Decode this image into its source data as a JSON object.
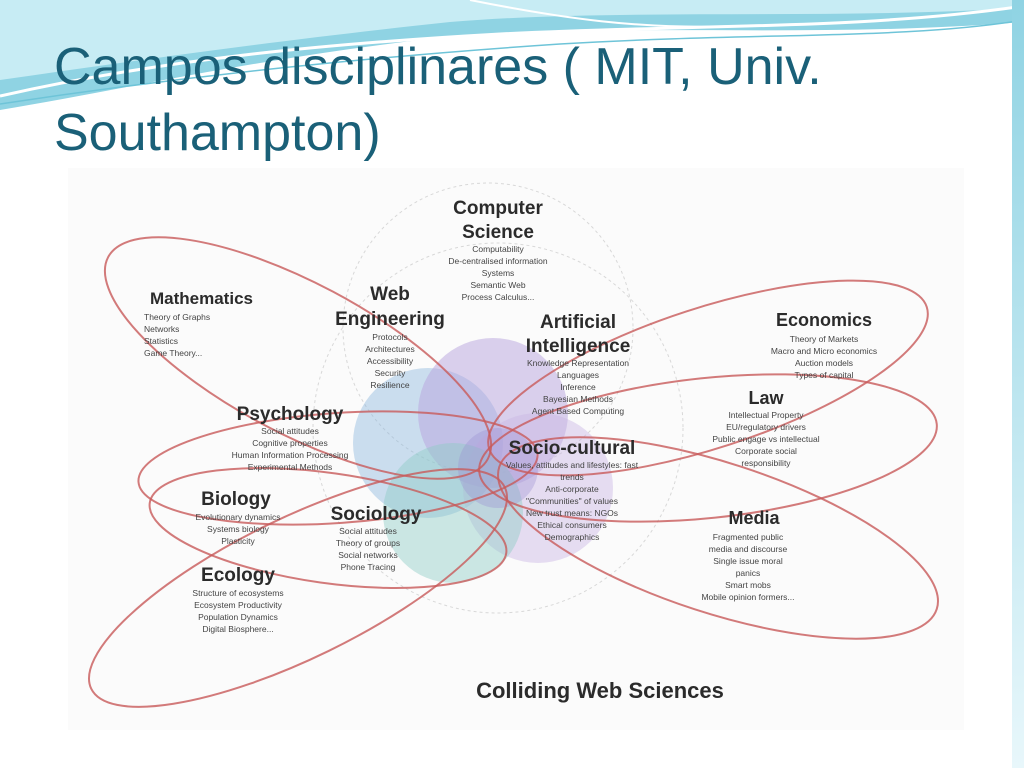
{
  "slide": {
    "title": "Campos disciplinares ( MIT, Univ. Southampton)"
  },
  "diagram": {
    "caption": "Colliding Web Sciences",
    "disciplines": [
      {
        "key": "computer_science",
        "name": [
          "Computer",
          "Science"
        ],
        "topics": [
          "Computability",
          "De-centralised information",
          "Systems",
          "Semantic Web",
          "Process Calculus..."
        ]
      },
      {
        "key": "mathematics",
        "name": [
          "Mathematics"
        ],
        "topics": [
          "Theory of Graphs",
          "Networks",
          "Statistics",
          "Game Theory..."
        ]
      },
      {
        "key": "web_engineering",
        "name": [
          "Web",
          "Engineering"
        ],
        "topics": [
          "Protocols",
          "Architectures",
          "Accessibility",
          "Security",
          "Resilience"
        ]
      },
      {
        "key": "artificial_intelligence",
        "name": [
          "Artificial",
          "Intelligence"
        ],
        "topics": [
          "Knowledge Representation",
          "Languages",
          "Inference",
          "Bayesian Methods",
          "Agent Based Computing"
        ]
      },
      {
        "key": "economics",
        "name": [
          "Economics"
        ],
        "topics": [
          "Theory of Markets",
          "Macro and Micro economics",
          "Auction models",
          "Types of capital"
        ]
      },
      {
        "key": "law",
        "name": [
          "Law"
        ],
        "topics": [
          "Intellectual Property",
          "EU/regulatory drivers",
          "Public engage vs intellectual",
          "Corporate social",
          "responsibility"
        ]
      },
      {
        "key": "psychology",
        "name": [
          "Psychology"
        ],
        "topics": [
          "Social attitudes",
          "Cognitive properties",
          "Human Information Processing",
          "Experimental Methods"
        ]
      },
      {
        "key": "socio_cultural",
        "name": [
          "Socio-cultural"
        ],
        "topics": [
          "Values, attitudes and lifestyles: fast",
          "trends",
          "Anti-corporate",
          "\"Communities\" of values",
          "New trust means: NGOs",
          "Ethical consumers",
          "Demographics"
        ]
      },
      {
        "key": "biology",
        "name": [
          "Biology"
        ],
        "topics": [
          "Evolutionary dynamics",
          "Systems biology",
          "Plasticity"
        ]
      },
      {
        "key": "sociology",
        "name": [
          "Sociology"
        ],
        "topics": [
          "Social attitudes",
          "Theory of groups",
          "Social networks",
          "Phone Tracing"
        ]
      },
      {
        "key": "media",
        "name": [
          "Media"
        ],
        "topics": [
          "Fragmented public",
          "media and discourse",
          "Single issue moral",
          "panics",
          "Smart mobs",
          "Mobile opinion formers..."
        ]
      },
      {
        "key": "ecology",
        "name": [
          "Ecology"
        ],
        "topics": [
          "Structure of ecosystems",
          "Ecosystem Productivity",
          "Population Dynamics",
          "Digital Biosphere..."
        ]
      }
    ],
    "colors": {
      "ellipse": "#c85a5a",
      "title": "#1a6078",
      "circle_blue": "#8fb7de",
      "circle_purple": "#b8a3de",
      "circle_teal": "#8fcdc6"
    }
  }
}
